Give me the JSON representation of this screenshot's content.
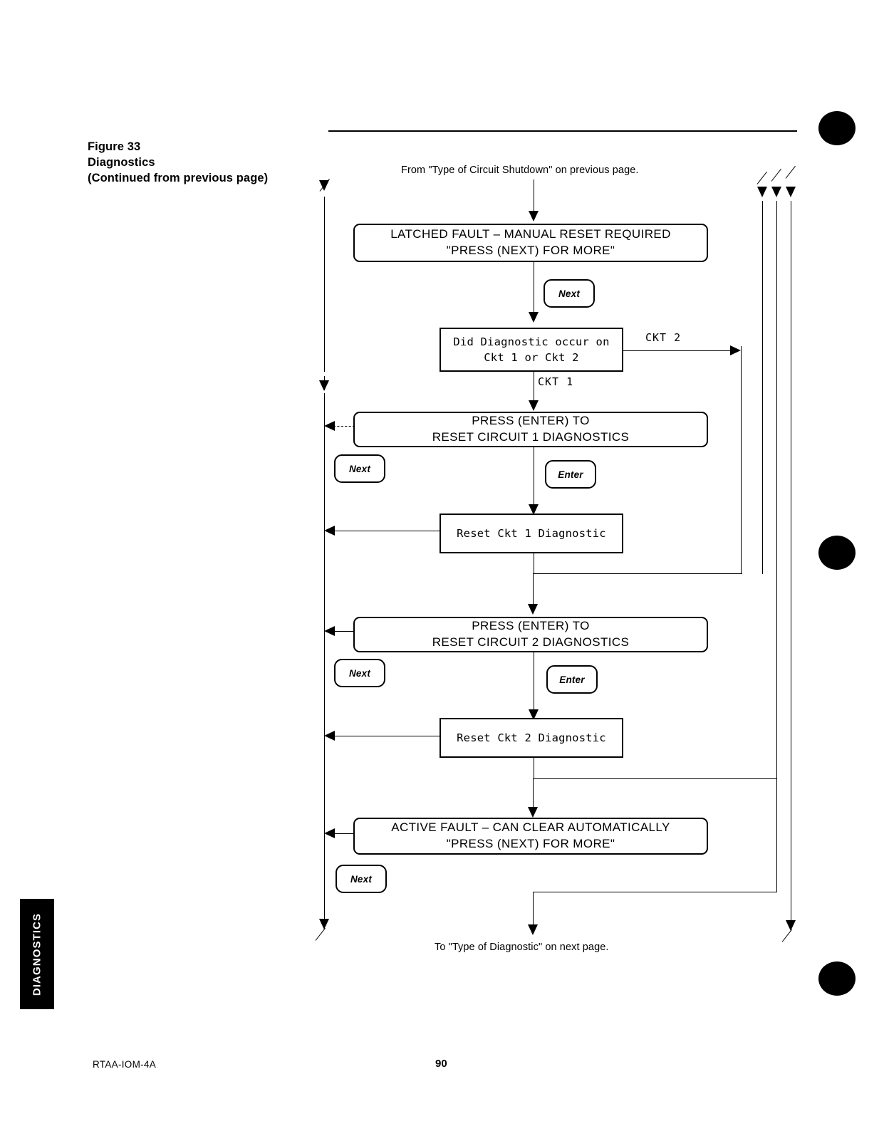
{
  "figure": {
    "number": "Figure 33",
    "title": "Diagnostics",
    "continuation": "(Continued from previous page)"
  },
  "connectors": {
    "from_previous_page": "From \"Type of Circuit Shutdown\" on previous page.",
    "to_next_page": "To \"Type of Diagnostic\" on next page.",
    "branch_ckt2": "CKT 2",
    "branch_ckt1": "CKT 1"
  },
  "boxes": {
    "latched_fault": {
      "line1": "LATCHED FAULT – MANUAL RESET REQUIRED",
      "line2": "\"PRESS (NEXT) FOR MORE\""
    },
    "decision_circuit": {
      "line1": "Did Diagnostic occur on",
      "line2": "Ckt 1 or Ckt 2"
    },
    "press_enter_ckt1": {
      "line1": "PRESS (ENTER) TO",
      "line2": "RESET CIRCUIT 1 DIAGNOSTICS"
    },
    "reset_ckt1": {
      "line1": "Reset Ckt 1 Diagnostic"
    },
    "press_enter_ckt2": {
      "line1": "PRESS (ENTER) TO",
      "line2": "RESET CIRCUIT 2 DIAGNOSTICS"
    },
    "reset_ckt2": {
      "line1": "Reset Ckt 2 Diagnostic"
    },
    "active_fault": {
      "line1": "ACTIVE FAULT – CAN CLEAR AUTOMATICALLY",
      "line2": "\"PRESS (NEXT) FOR MORE\""
    }
  },
  "keys": {
    "next_after_latched": "Next",
    "next_ckt1": "Next",
    "enter_ckt1": "Enter",
    "next_ckt2": "Next",
    "enter_ckt2": "Enter",
    "next_active": "Next"
  },
  "sidebar": {
    "tab_label": "DIAGNOSTICS"
  },
  "footer": {
    "document_number": "RTAA-IOM-4A",
    "page_number": "90"
  },
  "colors": {
    "ink": "#000000",
    "paper": "#ffffff"
  }
}
